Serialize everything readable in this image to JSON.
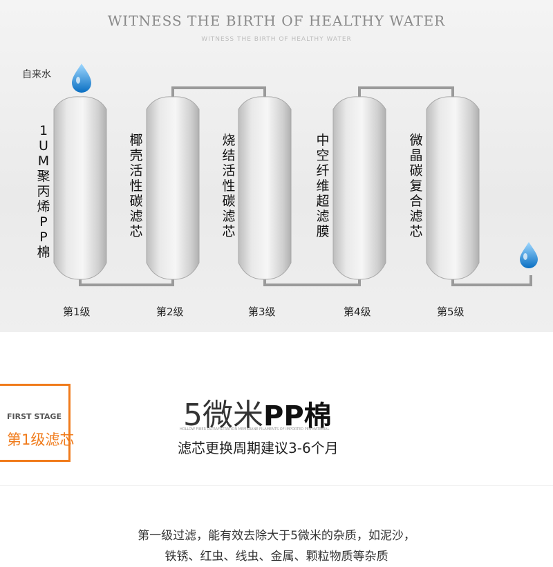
{
  "header": {
    "title": "WITNESS THE BIRTH OF HEALTHY WATER",
    "subtitle": "WITNESS THE BIRTH OF HEALTHY WATER"
  },
  "diagram": {
    "source_label": "自来水",
    "filters": [
      {
        "label": "1UM聚丙烯PP棉",
        "stage": "第1级"
      },
      {
        "label": "椰壳活性碳滤芯",
        "stage": "第2级"
      },
      {
        "label": "烧结活性碳滤芯",
        "stage": "第3级"
      },
      {
        "label": "中空纤维超滤膜",
        "stage": "第4级"
      },
      {
        "label": "微晶碳复合滤芯",
        "stage": "第5级"
      }
    ],
    "colors": {
      "pipe": "#999999",
      "water": "#1c8fd6",
      "cartridge": "#dcdcdc"
    }
  },
  "stage_box": {
    "english": "FIRST STAGE",
    "chinese": "第1级滤芯",
    "accent": "#f07b1b"
  },
  "product": {
    "name_prefix": "5微米",
    "name_bold": "PP棉",
    "tagline_small": "HOLLOW FIBER ULTRAFILTRATION MEMBRANE FILAMENTS OF IMPORTED PES MATERIAL",
    "cycle": "滤芯更换周期建议3-6个月"
  },
  "description": {
    "line1": "第一级过滤，能有效去除大于5微米的杂质，如泥沙，",
    "line2": "铁锈、红虫、线虫、金属、颗粒物质等杂质"
  }
}
